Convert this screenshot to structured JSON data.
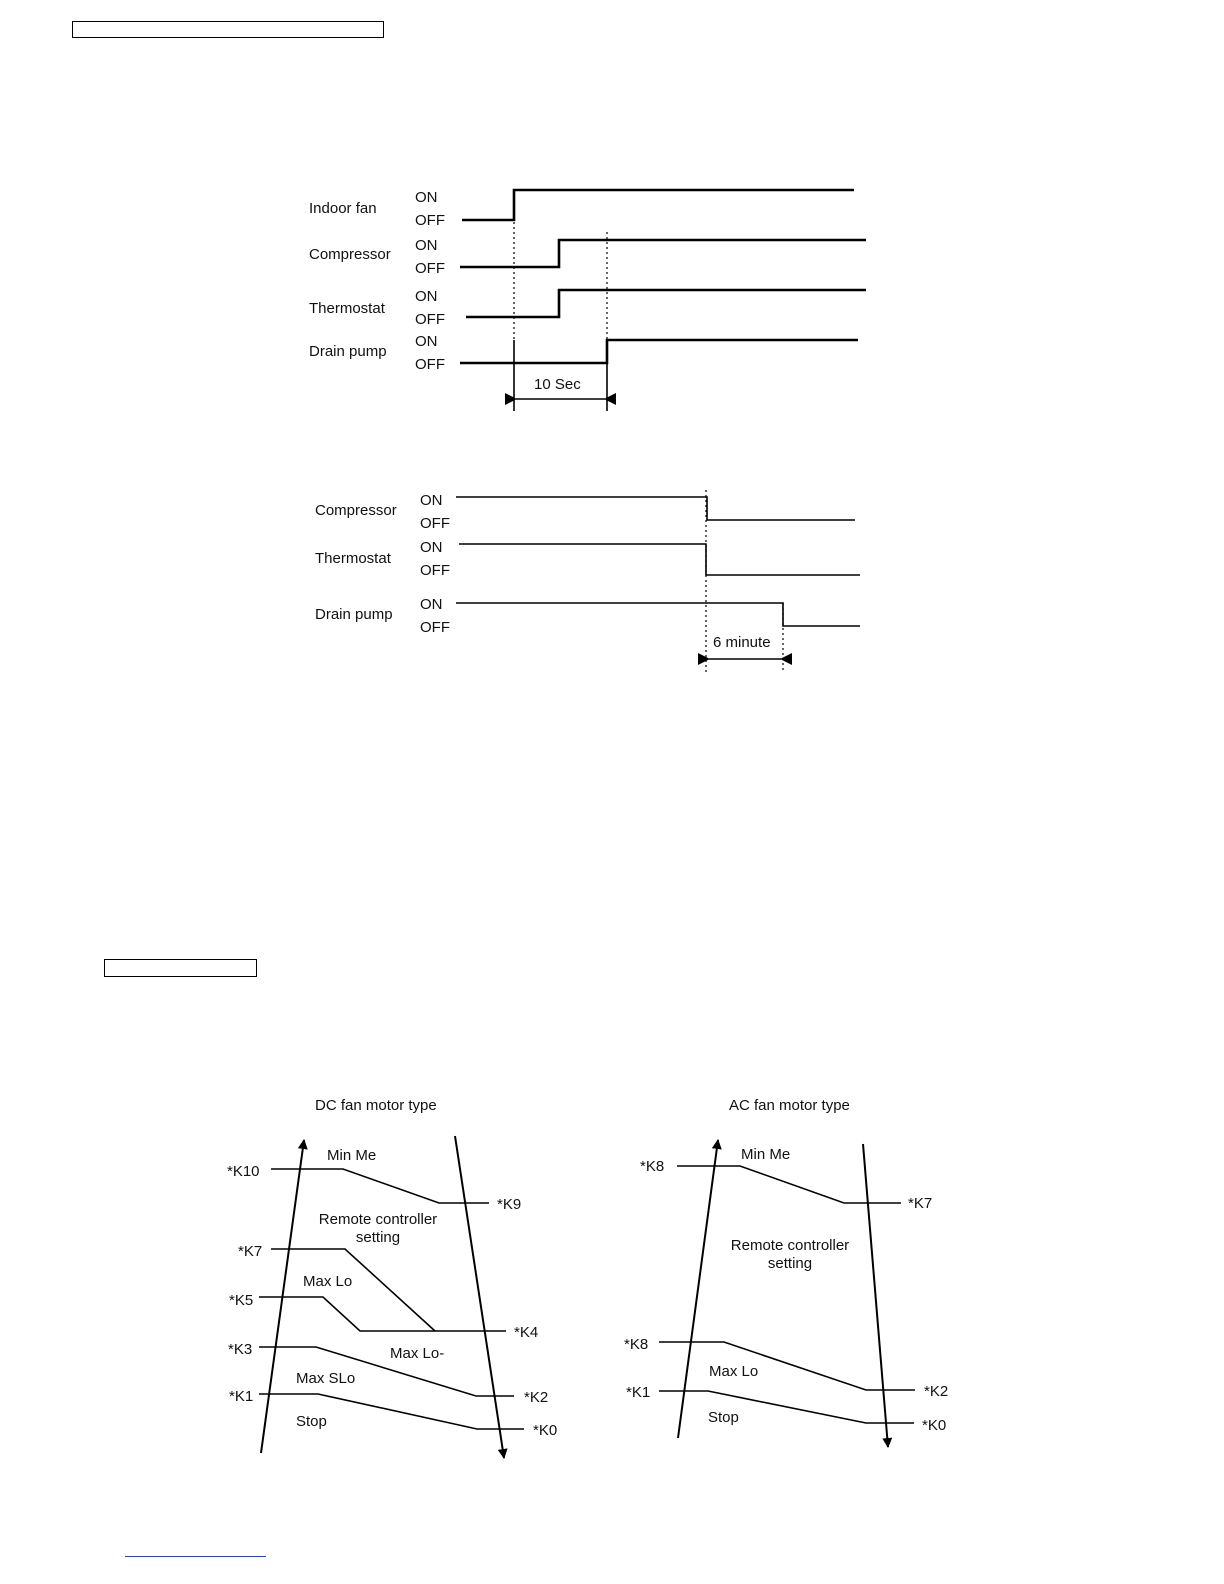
{
  "timing_on": {
    "signals": [
      {
        "name": "Indoor fan",
        "on": "ON",
        "off": "OFF"
      },
      {
        "name": "Compressor",
        "on": "ON",
        "off": "OFF"
      },
      {
        "name": "Thermostat",
        "on": "ON",
        "off": "OFF"
      },
      {
        "name": "Drain pump",
        "on": "ON",
        "off": "OFF"
      }
    ],
    "delay_label": "10 Sec"
  },
  "timing_off": {
    "signals": [
      {
        "name": "Compressor",
        "on": "ON",
        "off": "OFF"
      },
      {
        "name": "Thermostat",
        "on": "ON",
        "off": "OFF"
      },
      {
        "name": "Drain pump",
        "on": "ON",
        "off": "OFF"
      }
    ],
    "delay_label": "6 minute"
  },
  "fan_dc": {
    "title": "DC fan motor type",
    "points": {
      "k10": "*K10",
      "k9": "*K9",
      "k7": "*K7",
      "k5": "*K5",
      "k4": "*K4",
      "k3": "*K3",
      "k2": "*K2",
      "k1": "*K1",
      "k0": "*K0"
    },
    "zones": {
      "min_me": "Min Me",
      "remote_1": "Remote controller",
      "remote_2": "setting",
      "max_lo": "Max Lo",
      "max_lo_minus": "Max Lo-",
      "max_slo": "Max SLo",
      "stop": "Stop"
    }
  },
  "fan_ac": {
    "title": "AC fan motor type",
    "points": {
      "k8_top": "*K8",
      "k7": "*K7",
      "k8_low": "*K8",
      "k2": "*K2",
      "k1": "*K1",
      "k0": "*K0"
    },
    "zones": {
      "min_me": "Min Me",
      "remote_1": "Remote controller",
      "remote_2": "setting",
      "max_lo": "Max Lo",
      "stop": "Stop"
    }
  }
}
